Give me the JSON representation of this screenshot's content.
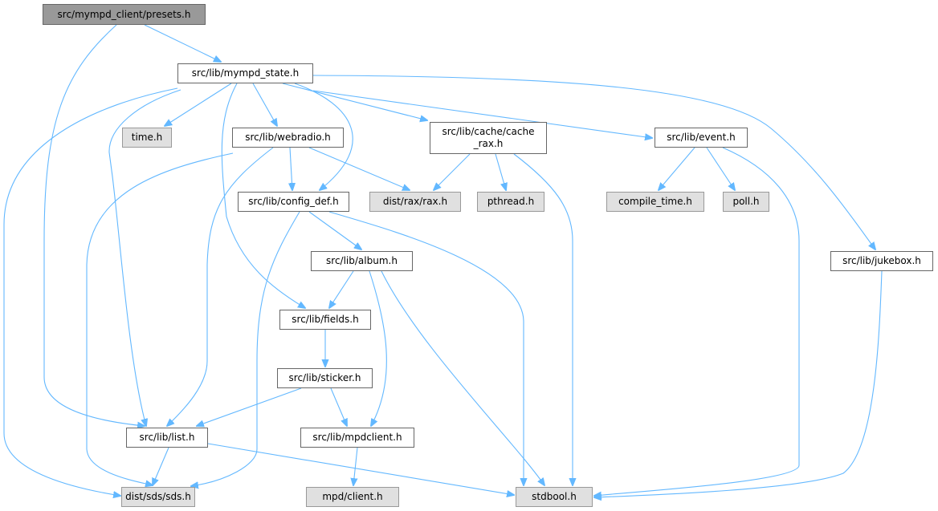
{
  "graph": {
    "nodes": {
      "presets": "src/mympd_client/presets.h",
      "mympd_state": "src/lib/mympd_state.h",
      "time": "time.h",
      "webradio": "src/lib/webradio.h",
      "cache_rax": "src/lib/cache/cache\n_rax.h",
      "event": "src/lib/event.h",
      "config_def": "src/lib/config_def.h",
      "rax": "dist/rax/rax.h",
      "pthread": "pthread.h",
      "compile_time": "compile_time.h",
      "poll": "poll.h",
      "jukebox": "src/lib/jukebox.h",
      "album": "src/lib/album.h",
      "fields": "src/lib/fields.h",
      "sticker": "src/lib/sticker.h",
      "list": "src/lib/list.h",
      "mpdclient": "src/lib/mpdclient.h",
      "sds": "dist/sds/sds.h",
      "mpd_client": "mpd/client.h",
      "stdbool": "stdbool.h"
    },
    "colors": {
      "edge": "#63b8ff",
      "root": "#999999",
      "external": "#e0e0e0"
    }
  }
}
